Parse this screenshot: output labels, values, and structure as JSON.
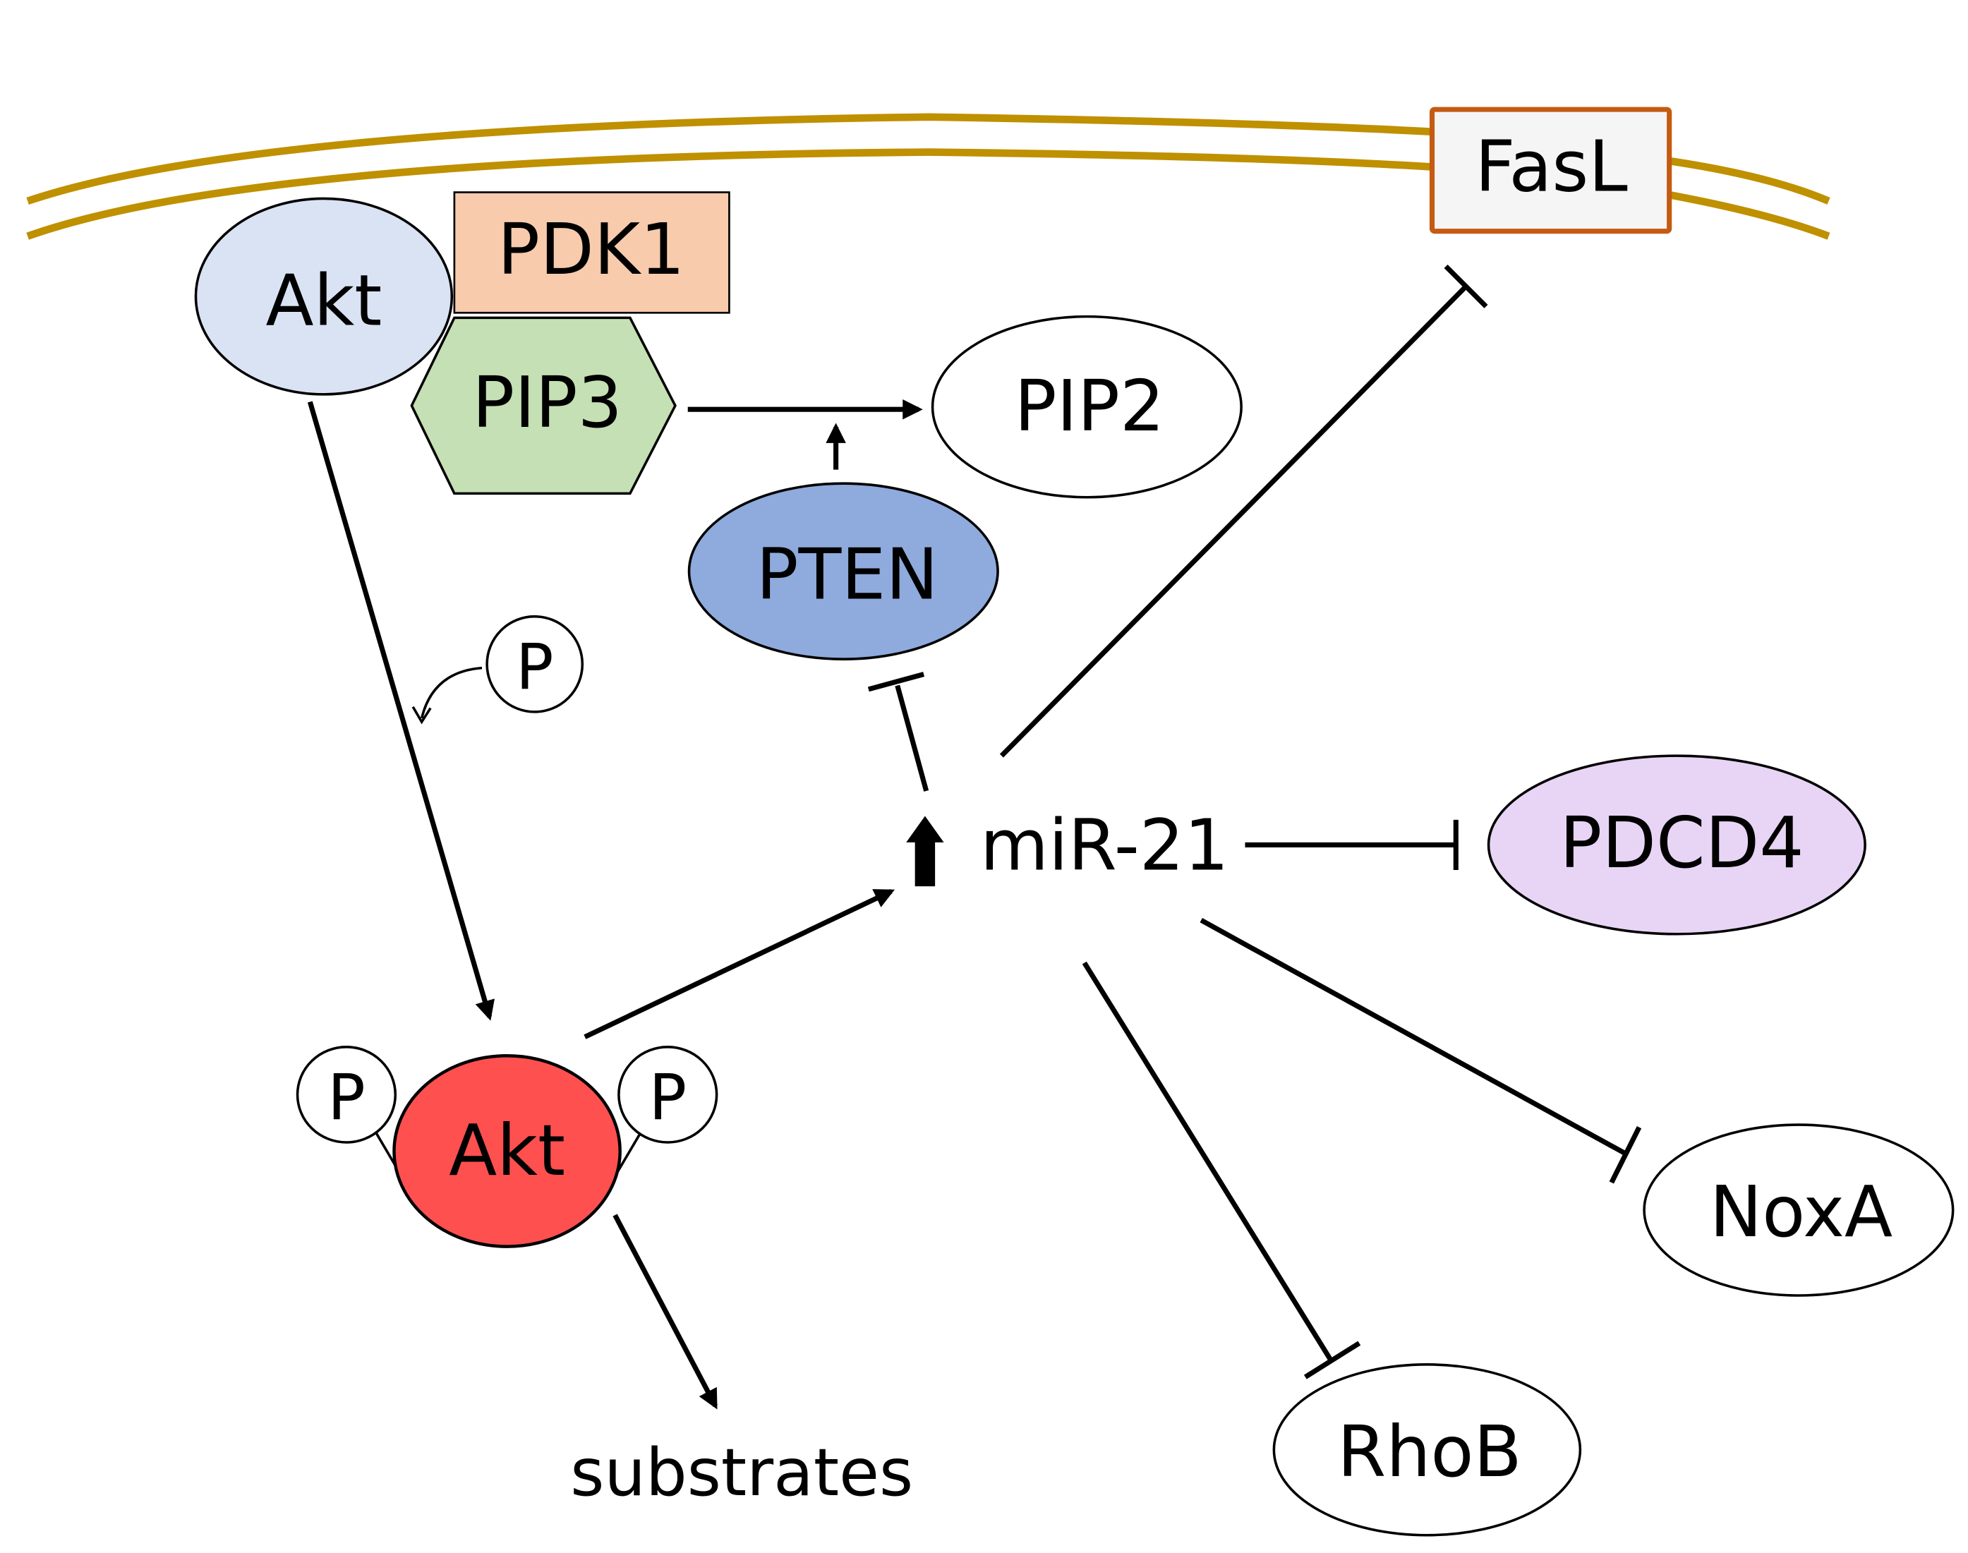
{
  "diagram": {
    "membrane_color": "#bf9000",
    "nodes": {
      "akt_inactive": {
        "label": "Akt",
        "fill": "#dae3f3"
      },
      "pdk1": {
        "label": "PDK1",
        "fill": "#f8cbad"
      },
      "pip3": {
        "label": "PIP3",
        "fill": "#c5e0b4"
      },
      "pip2": {
        "label": "PIP2",
        "fill": "#ffffff"
      },
      "fasl": {
        "label": "FasL",
        "fill": "#f5f5f5",
        "border": "#c55a11"
      },
      "pten": {
        "label": "PTEN",
        "fill": "#8faadc"
      },
      "phosphate": {
        "label": "P"
      },
      "mir21": {
        "label": "miR-21",
        "indicator": "up-arrow"
      },
      "pdcd4": {
        "label": "PDCD4",
        "fill": "#e8d5f5"
      },
      "akt_active": {
        "label": "Akt",
        "fill": "#ff5050"
      },
      "p_left": {
        "label": "P"
      },
      "p_right": {
        "label": "P"
      },
      "noxa": {
        "label": "NoxA",
        "fill": "#ffffff"
      },
      "rhob": {
        "label": "RhoB",
        "fill": "#ffffff"
      },
      "substrates": {
        "label": "substrates"
      }
    },
    "edges": [
      {
        "from": "pip3",
        "to": "pip2",
        "type": "activation"
      },
      {
        "from": "pten",
        "to": "pip3-to-pip2",
        "type": "activation"
      },
      {
        "from": "akt_inactive",
        "to": "akt_active",
        "type": "activation"
      },
      {
        "from": "phosphate",
        "to": "akt-arrow",
        "type": "activation"
      },
      {
        "from": "akt_active",
        "to": "mir21",
        "type": "activation"
      },
      {
        "from": "akt_active",
        "to": "substrates",
        "type": "activation"
      },
      {
        "from": "mir21",
        "to": "pten",
        "type": "inhibition"
      },
      {
        "from": "mir21",
        "to": "fasl",
        "type": "inhibition"
      },
      {
        "from": "mir21",
        "to": "pdcd4",
        "type": "inhibition"
      },
      {
        "from": "mir21",
        "to": "noxa",
        "type": "inhibition"
      },
      {
        "from": "mir21",
        "to": "rhob",
        "type": "inhibition"
      }
    ]
  }
}
